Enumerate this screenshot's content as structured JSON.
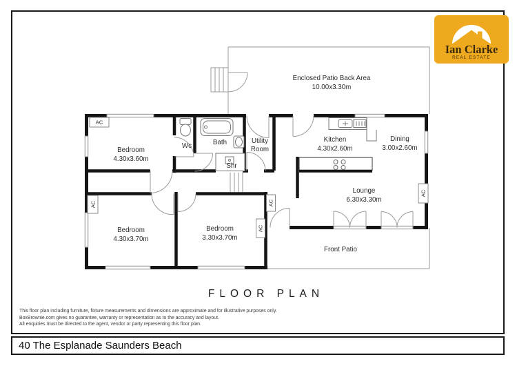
{
  "logo": {
    "name": "Ian Clarke",
    "tagline": "REAL ESTATE"
  },
  "plan": {
    "title": "FLOOR PLAN",
    "ac_label": "AC",
    "rooms": [
      {
        "id": "enclosed-patio",
        "name": "Enclosed Patio Back Area",
        "dims": "10.00x3.30m"
      },
      {
        "id": "bedroom-1",
        "name": "Bedroom",
        "dims": "4.30x3.60m"
      },
      {
        "id": "wc",
        "name": "Wc"
      },
      {
        "id": "bath",
        "name": "Bath"
      },
      {
        "id": "shower",
        "name": "Shr"
      },
      {
        "id": "utility",
        "name": "Utility Room"
      },
      {
        "id": "kitchen",
        "name": "Kitchen",
        "dims": "4.30x2.60m"
      },
      {
        "id": "dining",
        "name": "Dining",
        "dims": "3.00x2.60m"
      },
      {
        "id": "lounge",
        "name": "Lounge",
        "dims": "6.30x3.30m"
      },
      {
        "id": "bedroom-2",
        "name": "Bedroom",
        "dims": "4.30x3.70m"
      },
      {
        "id": "bedroom-3",
        "name": "Bedroom",
        "dims": "3.30x3.70m"
      },
      {
        "id": "front-patio",
        "name": "Front Patio"
      }
    ]
  },
  "disclaimer": {
    "lines": [
      "This floor plan including furniture, fixture measurements and dimensions are approximate and for illustrative purposes only.",
      "BoxBrownie.com gives no guarantee, warranty or representation as to the accuracy and layout.",
      "All enquiries must be directed to the agent, vendor or party representing this floor plan."
    ]
  },
  "footer": {
    "address": "40 The Esplanade Saunders Beach"
  },
  "colors": {
    "logo_bg": "#EEA91E",
    "logo_text": "#3A2A0A",
    "wall": "#151515"
  }
}
